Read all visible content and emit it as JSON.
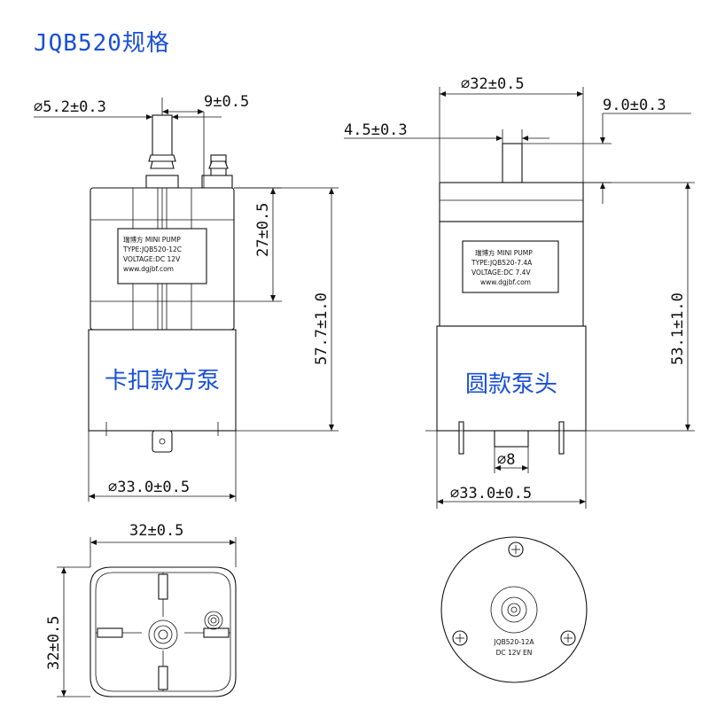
{
  "title": "JQB520规格",
  "left_view": {
    "label": "卡扣款方泵",
    "dim_nozzle": "∅5.2±0.3",
    "dim_offset": "9±0.5",
    "dim_27": "27±0.5",
    "dim_height": "57.7±1.0",
    "dim_width": "∅33.0±0.5",
    "sticker": {
      "line1": "瑞博方  MINI  PUMP",
      "line2": "TYPE:JQB520-12C",
      "line3": "VOLTAGE:DC 12V",
      "line4": "www.dgjbf.com"
    }
  },
  "right_view": {
    "label": "圆款泵头",
    "dim_top": "∅32±0.5",
    "dim_9": "9.0±0.3",
    "dim_45": "4.5±0.3",
    "dim_height": "53.1±1.0",
    "dim_shaft": "∅8",
    "dim_width": "∅33.0±0.5",
    "sticker": {
      "line1": "瑞博方  MINI  PUMP",
      "line2": "TYPE:JQB520-7.4A",
      "line3": "VOLTAGE:DC 7.4V",
      "line4": "www.dgjbf.com"
    }
  },
  "bottom_left": {
    "dim_w": "32±0.5",
    "dim_h": "32±0.5"
  },
  "bottom_right": {
    "line1": "JQB520-12A",
    "line2": "DC 12V  EN"
  }
}
